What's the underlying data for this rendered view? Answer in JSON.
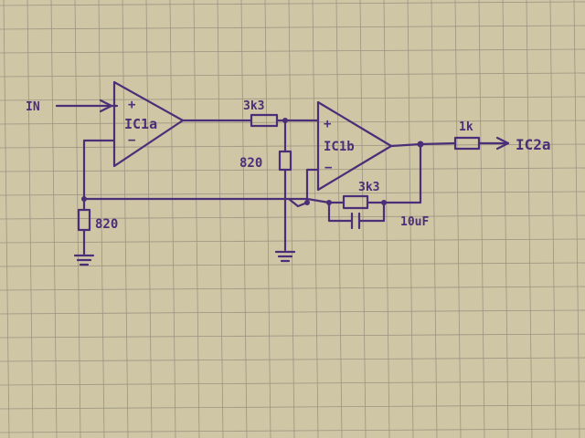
{
  "colors": {
    "paper": "#cfc6a6",
    "grid": "#9b9582",
    "ink": "#4a2e78"
  },
  "labels": {
    "input": "IN",
    "ic1a": "IC1a",
    "ic1b": "IC1b",
    "output": "IC2a",
    "r_3k3_series": "3k3",
    "r_820_mid": "820",
    "r_820_left": "820",
    "r_3k3_feedback": "3k3",
    "c_10uF": "10uF",
    "r_1k": "1k",
    "plus": "+",
    "minus": "−"
  }
}
